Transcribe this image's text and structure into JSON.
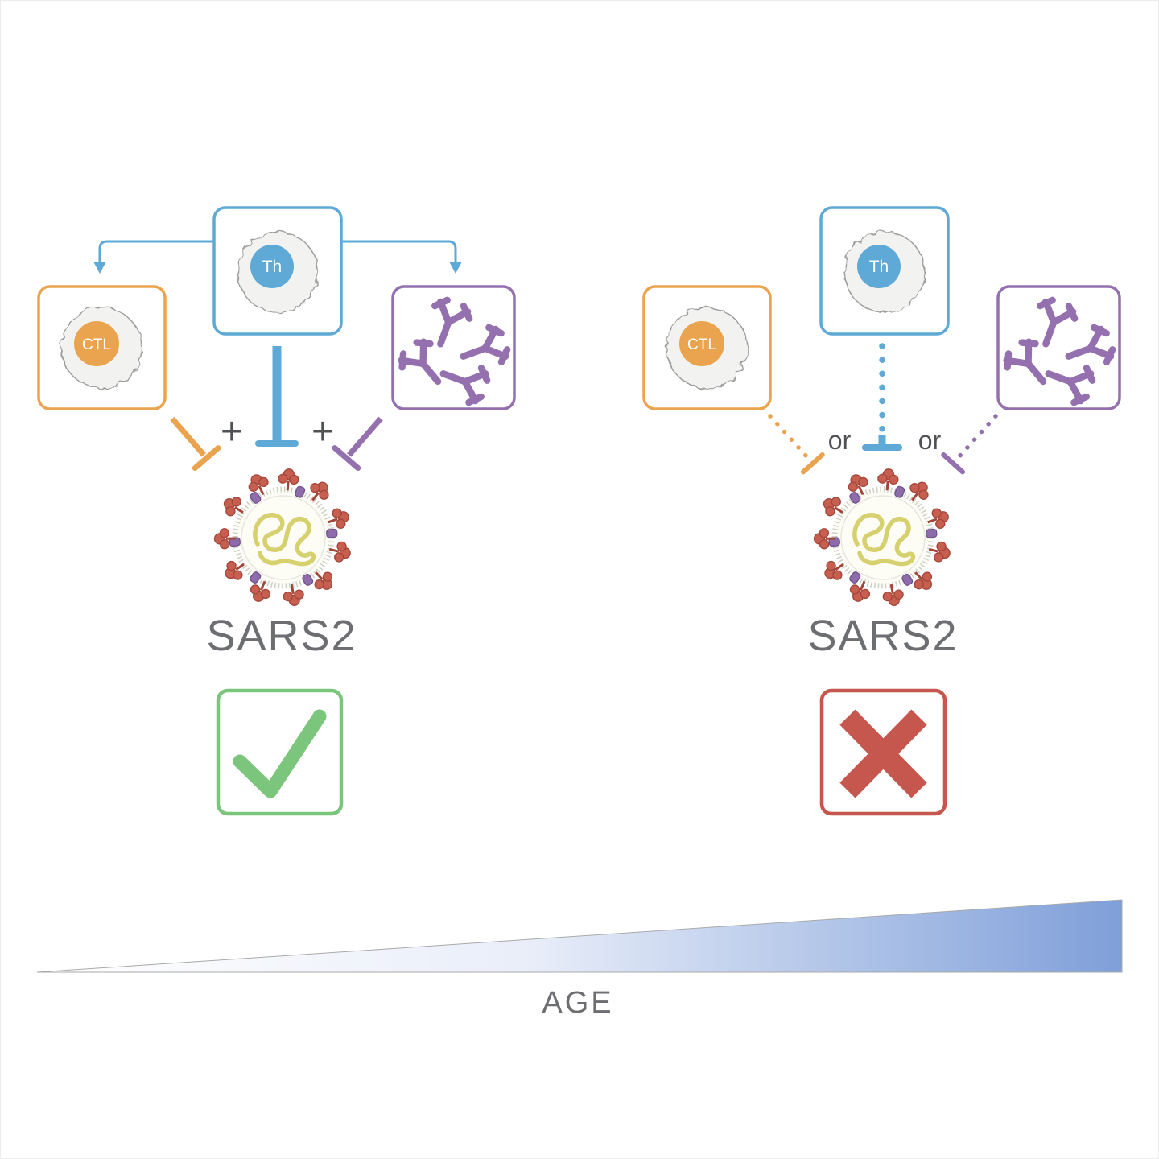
{
  "left_panel": {
    "th_cell_label": "Th",
    "ctl_cell_label": "CTL",
    "plus_left": "+",
    "plus_right": "+",
    "virus_label": "SARS2",
    "outcome": "success",
    "outcome_icon": "checkmark-icon"
  },
  "right_panel": {
    "th_cell_label": "Th",
    "ctl_cell_label": "CTL",
    "or_left": "or",
    "or_right": "or",
    "virus_label": "SARS2",
    "outcome": "failure",
    "outcome_icon": "x-icon"
  },
  "age_axis": {
    "label": "AGE"
  },
  "colors": {
    "blue": "#5ea9d6",
    "orange": "#eaa44f",
    "purple": "#9471ae",
    "green": "#7cc57c",
    "red": "#c6574e",
    "text_grey": "#6d6e71",
    "symbol_grey": "#4f5154",
    "age_gradient_start": "#ffffff",
    "age_gradient_end": "#7f9fd9",
    "virus_spike_red": "#c65f50",
    "virus_rna_yellow": "#d6d06e",
    "virus_membrane_purple": "#8e6bab"
  }
}
